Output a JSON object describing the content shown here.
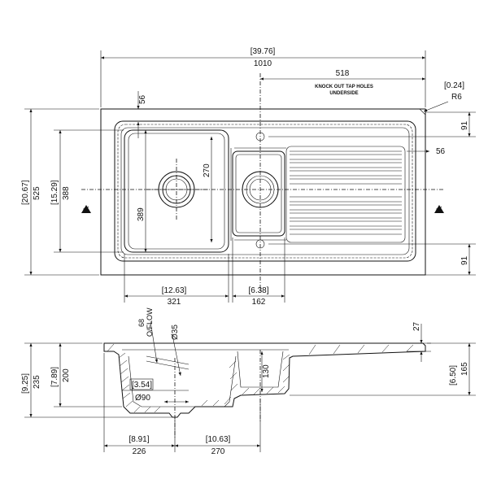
{
  "top_view": {
    "overall_width_in": "[39.76]",
    "overall_width_mm": "1010",
    "tap_holes_distance": "518",
    "tap_holes_note_1": "KNOCK OUT TAP HOLES",
    "tap_holes_note_2": "UNDERSIDE",
    "corner_in": "[0.24]",
    "corner_radius": "R6",
    "rim_top": "56",
    "rim_drainer": "56",
    "right_top": "91",
    "right_bottom": "91",
    "overall_depth_in": "[20.67]",
    "overall_depth_mm": "525",
    "bowl_depth_in": "[15.29]",
    "bowl_depth_mm": "388",
    "small_bowl_height": "270",
    "main_bowl_height": "389",
    "main_bowl_width_in": "[12.63]",
    "main_bowl_width_mm": "321",
    "small_bowl_width_in": "[6.38]",
    "small_bowl_width_mm": "162",
    "section_mark_left": "A",
    "section_mark_right": "A"
  },
  "section_view": {
    "overflow_label": "68",
    "overflow_label_2": "O/FLOW",
    "overflow_dia": "Ø35",
    "waste_dia_in": "[3.54]",
    "waste_dia": "Ø90",
    "right_bowl_depth": "130",
    "rim_thickness": "27",
    "overall_height_in": "[9.25]",
    "overall_height_mm": "235",
    "bowl_height_in": "[7.89]",
    "bowl_height_mm": "200",
    "right_height_in": "[6.50]",
    "right_height_mm": "165",
    "waste_offset_in": "[8.91]",
    "waste_offset_mm": "226",
    "waste_spacing_in": "[10.63]",
    "waste_spacing_mm": "270"
  }
}
